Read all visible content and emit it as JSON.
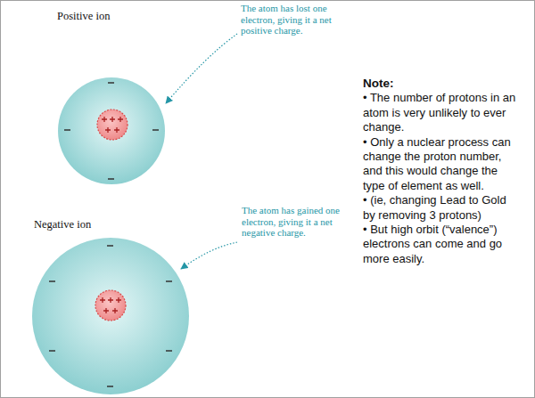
{
  "diagram": {
    "labels": [
      "Positive ion",
      "The atom has lost one electron, giving it a net positive charge.",
      "Negative ion",
      "The atom has gained one electron, giving it a net negative charge.",
      "Note:",
      "• The number of protons in an atom is very unlikely to ever change.",
      "• Only a nuclear process can change the proton number, and this would change the type of element as well.",
      "• (ie, changing Lead to Gold by removing 3 protons)",
      "• But high orbit (“valence”) electrons can come and go more easily."
    ]
  }
}
